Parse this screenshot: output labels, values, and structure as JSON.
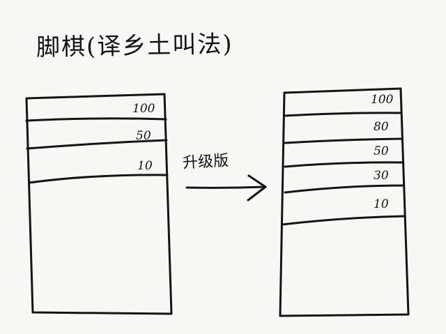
{
  "title": "脚棋(译乡土叫法)",
  "arrow_label": "升级版",
  "left_stack": {
    "labels": [
      "100",
      "50",
      "10"
    ]
  },
  "right_stack": {
    "labels": [
      "100",
      "80",
      "50",
      "30",
      "10"
    ]
  }
}
